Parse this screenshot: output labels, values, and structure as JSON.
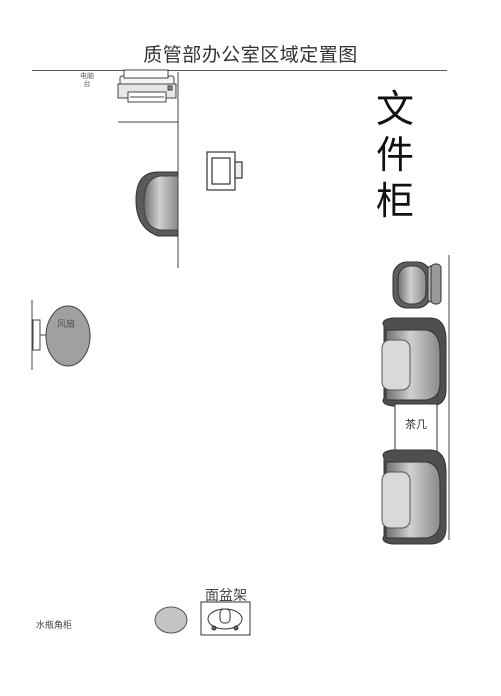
{
  "title": "质管部办公室区域定置图",
  "labels": {
    "file_cabinet": "文件柜",
    "printer": "电脑台",
    "fan": "风扇",
    "tea_table": "茶几",
    "basin_rack": "面盆架",
    "water_cabinet": "水瓶角柜"
  }
}
